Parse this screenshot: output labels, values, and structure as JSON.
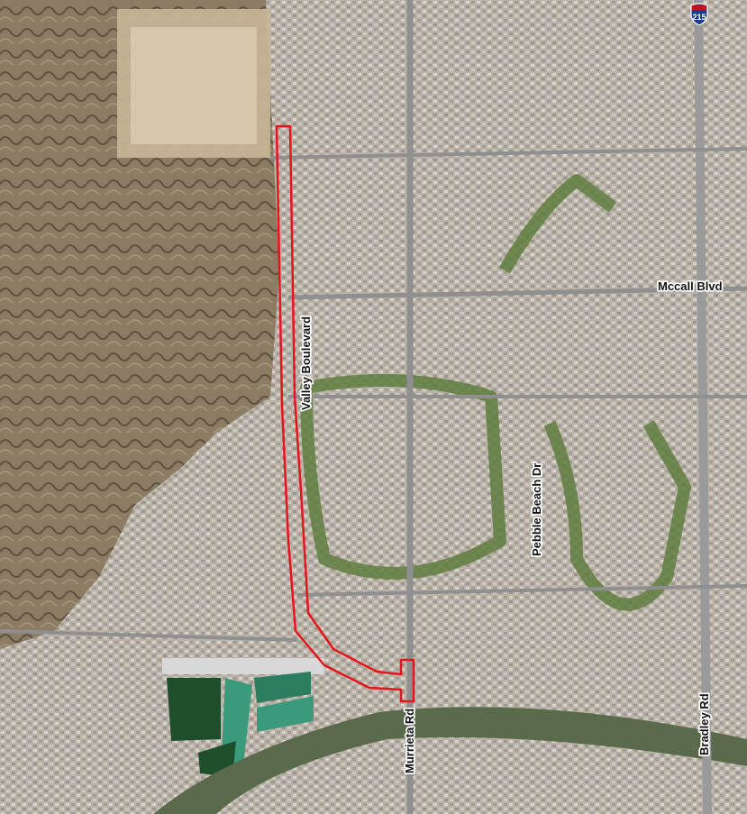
{
  "map": {
    "labels": {
      "valley_boulevard": "Valley Boulevard",
      "mccall_blvd": "Mccall Blvd",
      "pebble_beach_dr": "Pebble Beach Dr",
      "murrieta_rd": "Murrieta Rd",
      "bradley_rd": "Bradley Rd",
      "interstate_shield": "215"
    },
    "colors": {
      "project_outline": "#e8141c",
      "terrain": "#8a7a62",
      "urban": "#b7b0a7",
      "golf": "#5f7d3e",
      "pond_dark": "#1e4e2c",
      "pond_teal": "#3c9a7c"
    },
    "icons": [
      "interstate-shield-icon"
    ]
  }
}
